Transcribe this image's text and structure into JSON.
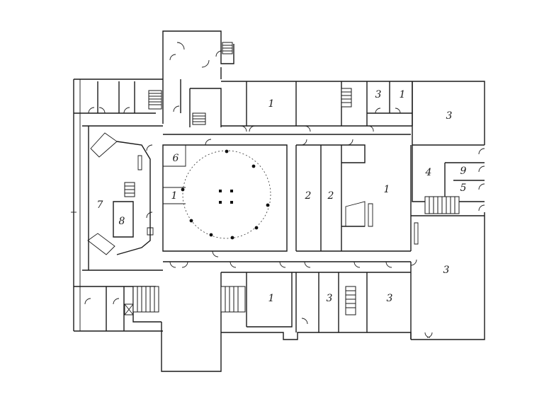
{
  "rooms": [
    {
      "id": "r-top-1a",
      "label": "1"
    },
    {
      "id": "r-top-3",
      "label": "3"
    },
    {
      "id": "r-top-1b",
      "label": "1"
    },
    {
      "id": "r-right-3a",
      "label": "3"
    },
    {
      "id": "r-6",
      "label": "6"
    },
    {
      "id": "r-small-1",
      "label": "1"
    },
    {
      "id": "r-7",
      "label": "7"
    },
    {
      "id": "r-8",
      "label": "8"
    },
    {
      "id": "r-2a",
      "label": "2"
    },
    {
      "id": "r-2b",
      "label": "2"
    },
    {
      "id": "r-big-1",
      "label": "1"
    },
    {
      "id": "r-4",
      "label": "4"
    },
    {
      "id": "r-9",
      "label": "9"
    },
    {
      "id": "r-5",
      "label": "5"
    },
    {
      "id": "r-right-3b",
      "label": "3"
    },
    {
      "id": "r-bot-1",
      "label": "1"
    },
    {
      "id": "r-bot-3a",
      "label": "3"
    },
    {
      "id": "r-bot-3b",
      "label": "3"
    }
  ]
}
